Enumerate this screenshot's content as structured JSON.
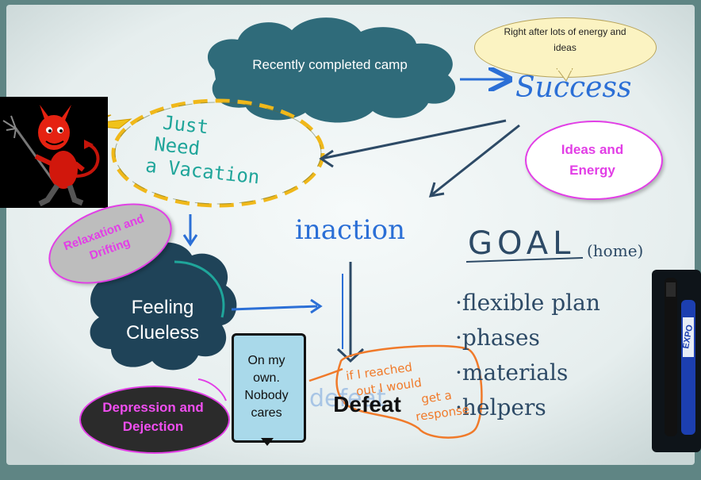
{
  "callouts": {
    "recently_completed": "Recently completed camp",
    "right_after": "Right after lots of energy and ideas",
    "ideas_energy": "Ideas and Energy",
    "relaxation": "Relaxation and Drifting",
    "feeling_clueless": "Feeling Clueless",
    "depression": "Depression and Dejection",
    "on_my_own": "On my own. Nobody cares",
    "defeat": "Defeat"
  },
  "handwriting": {
    "success": "Success",
    "vacation_line1": "Just",
    "vacation_line2": "Need",
    "vacation_line3": "a Vacation",
    "inaction": "inaction",
    "goal": "GOAL",
    "goal_note": "(home)",
    "goal_items": [
      "·flexible plan",
      "·phases",
      "·materials",
      "·helpers"
    ],
    "defeat_note": [
      "if I reached",
      "out I would",
      "get a",
      "response"
    ],
    "marker_brand": "EXPO"
  },
  "colors": {
    "board": "#f2f6f6",
    "cloud": "#2f6b7a",
    "dark_cloud": "#1f4358",
    "blue_marker": "#2b6fd6",
    "teal_marker": "#1fa59a",
    "orange_marker": "#f07a2a",
    "pink_text": "#e23ee6",
    "dashed_yellow": "#f0b81a"
  }
}
